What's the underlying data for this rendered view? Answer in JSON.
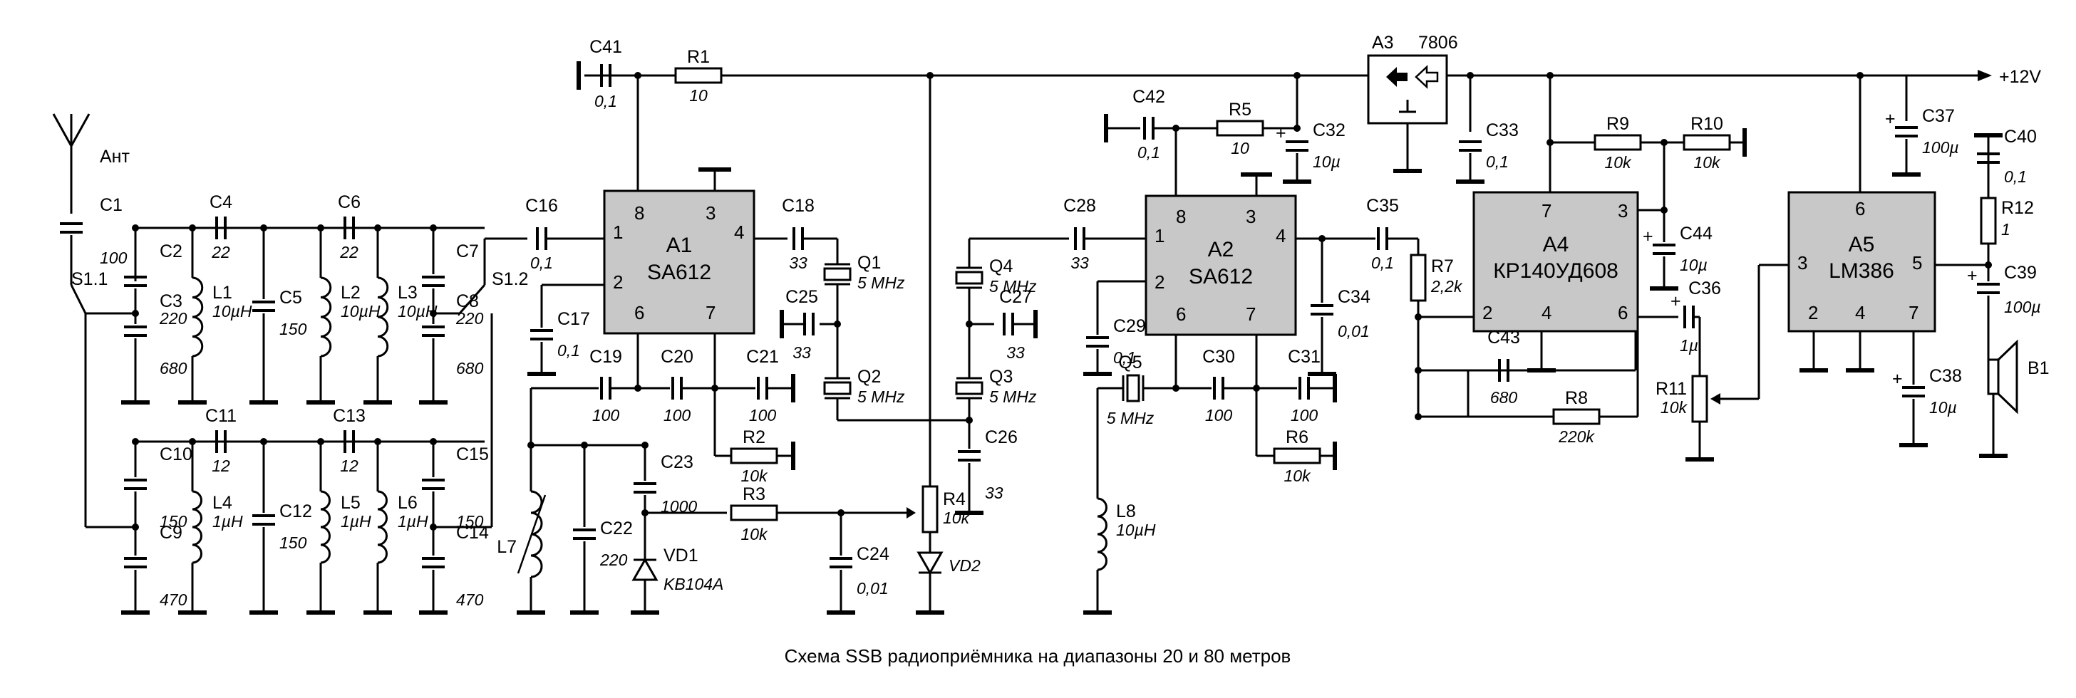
{
  "caption": "Схема SSB радиоприёмника на диапазоны 20 и 80 метров",
  "supply": "+12V",
  "antenna": "Ант",
  "switches": [
    "S1.1",
    "S1.2"
  ],
  "chips": [
    {
      "ref": "A1",
      "type": "SA612",
      "pins": [
        "8",
        "3",
        "1",
        "4",
        "2",
        "6",
        "7"
      ]
    },
    {
      "ref": "A2",
      "type": "SA612",
      "pins": [
        "8",
        "3",
        "1",
        "4",
        "2",
        "6",
        "7"
      ]
    },
    {
      "ref": "A4",
      "type": "КР140УД608",
      "pins": [
        "7",
        "3",
        "2",
        "4",
        "6"
      ]
    },
    {
      "ref": "A5",
      "type": "LM386",
      "pins": [
        "6",
        "3",
        "5",
        "2",
        "4",
        "7"
      ]
    }
  ],
  "regulator": {
    "ref": "A3",
    "type": "7806"
  },
  "parts": [
    {
      "ref": "C1",
      "value": "100"
    },
    {
      "ref": "C2",
      "value": "220"
    },
    {
      "ref": "C3",
      "value": "680"
    },
    {
      "ref": "C4",
      "value": "22"
    },
    {
      "ref": "C5",
      "value": "150"
    },
    {
      "ref": "C6",
      "value": "22"
    },
    {
      "ref": "C7",
      "value": "220"
    },
    {
      "ref": "C8",
      "value": "680"
    },
    {
      "ref": "L1",
      "value": "10µH"
    },
    {
      "ref": "L2",
      "value": "10µH"
    },
    {
      "ref": "L3",
      "value": "10µH"
    },
    {
      "ref": "C10",
      "value": "150"
    },
    {
      "ref": "C9",
      "value": "470"
    },
    {
      "ref": "C11",
      "value": "12"
    },
    {
      "ref": "C12",
      "value": "150"
    },
    {
      "ref": "C13",
      "value": "12"
    },
    {
      "ref": "C15",
      "value": "150"
    },
    {
      "ref": "C14",
      "value": "470"
    },
    {
      "ref": "L4",
      "value": "1µH"
    },
    {
      "ref": "L5",
      "value": "1µH"
    },
    {
      "ref": "L6",
      "value": "1µH"
    },
    {
      "ref": "C41",
      "value": "0,1"
    },
    {
      "ref": "R1",
      "value": "10"
    },
    {
      "ref": "C16",
      "value": "0,1"
    },
    {
      "ref": "C17",
      "value": "0,1"
    },
    {
      "ref": "C18",
      "value": "33"
    },
    {
      "ref": "Q1",
      "value": "5 MHz"
    },
    {
      "ref": "C25",
      "value": "33"
    },
    {
      "ref": "Q2",
      "value": "5 MHz"
    },
    {
      "ref": "C19",
      "value": "100"
    },
    {
      "ref": "C20",
      "value": "100"
    },
    {
      "ref": "C21",
      "value": "100"
    },
    {
      "ref": "R2",
      "value": "10k"
    },
    {
      "ref": "C23",
      "value": "1000"
    },
    {
      "ref": "R3",
      "value": "10k"
    },
    {
      "ref": "C22",
      "value": "220"
    },
    {
      "ref": "VD1",
      "value": "KB104A"
    },
    {
      "ref": "C24",
      "value": "0,01"
    },
    {
      "ref": "R4",
      "value": "10k"
    },
    {
      "ref": "VD2",
      "value": ""
    },
    {
      "ref": "L7",
      "value": ""
    },
    {
      "ref": "C28",
      "value": "33"
    },
    {
      "ref": "Q4",
      "value": "5 MHz"
    },
    {
      "ref": "C27",
      "value": "33"
    },
    {
      "ref": "Q3",
      "value": "5 MHz"
    },
    {
      "ref": "C26",
      "value": "33"
    },
    {
      "ref": "C29",
      "value": "0,1"
    },
    {
      "ref": "Q5",
      "value": "5 MHz"
    },
    {
      "ref": "C30",
      "value": "100"
    },
    {
      "ref": "C31",
      "value": "100"
    },
    {
      "ref": "R6",
      "value": "10k"
    },
    {
      "ref": "L8",
      "value": "10µH"
    },
    {
      "ref": "C42",
      "value": "0,1"
    },
    {
      "ref": "R5",
      "value": "10"
    },
    {
      "ref": "C32",
      "value": "10µ"
    },
    {
      "ref": "C33",
      "value": "0,1"
    },
    {
      "ref": "C34",
      "value": "0,01"
    },
    {
      "ref": "C35",
      "value": "0,1"
    },
    {
      "ref": "R7",
      "value": "2,2k"
    },
    {
      "ref": "R9",
      "value": "10k"
    },
    {
      "ref": "R10",
      "value": "10k"
    },
    {
      "ref": "C44",
      "value": "10µ"
    },
    {
      "ref": "C36",
      "value": "1µ"
    },
    {
      "ref": "C43",
      "value": "680"
    },
    {
      "ref": "R8",
      "value": "220k"
    },
    {
      "ref": "R11",
      "value": "10k"
    },
    {
      "ref": "C37",
      "value": "100µ"
    },
    {
      "ref": "C40",
      "value": "0,1"
    },
    {
      "ref": "R12",
      "value": "1"
    },
    {
      "ref": "C39",
      "value": "100µ"
    },
    {
      "ref": "C38",
      "value": "10µ"
    },
    {
      "ref": "B1",
      "value": ""
    }
  ]
}
